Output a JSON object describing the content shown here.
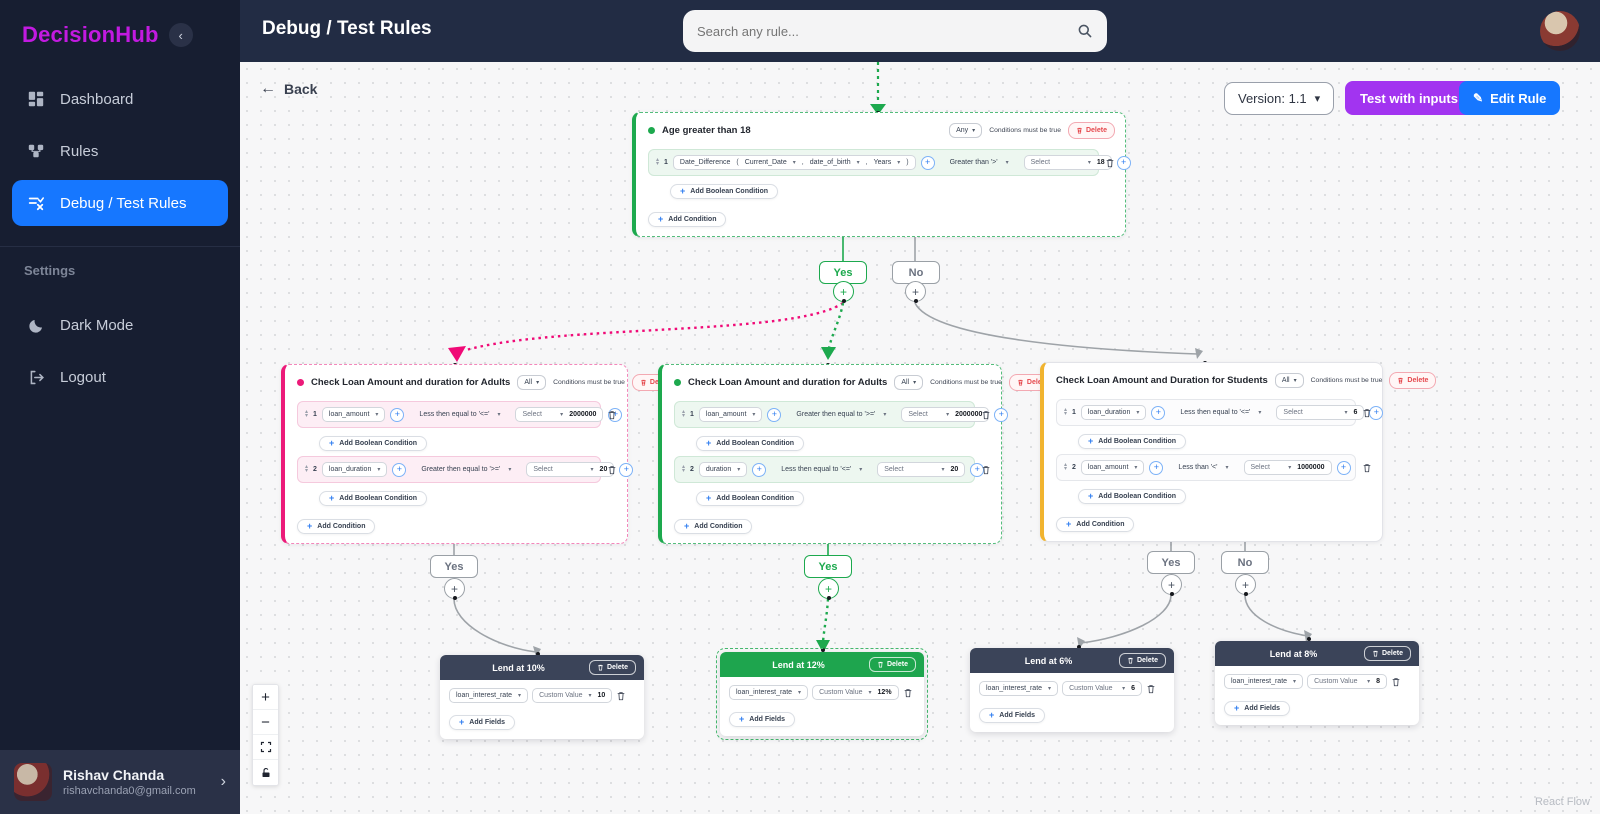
{
  "app": {
    "name": "DecisionHub"
  },
  "sidebar": {
    "menu": [
      {
        "label": "Dashboard"
      },
      {
        "label": "Rules"
      },
      {
        "label": "Debug / Test Rules"
      }
    ],
    "settings_heading": "Settings",
    "dark_mode_label": "Dark Mode",
    "logout_label": "Logout",
    "user": {
      "name": "Rishav Chanda",
      "email": "rishavchanda0@gmail.com"
    }
  },
  "topbar": {
    "title": "Debug / Test Rules",
    "search_placeholder": "Search any rule..."
  },
  "toolbar": {
    "back_label": "Back",
    "version_label": "Version: 1.1",
    "test_with_inputs_label": "Test with inputs",
    "edit_rule_label": "Edit Rule"
  },
  "labels": {
    "yes": "Yes",
    "no": "No",
    "conditions_must": "Conditions must be true",
    "delete": "Delete",
    "add_boolean": "Add Boolean Condition",
    "add_condition": "Add Condition",
    "add_fields": "Add Fields",
    "select": "Select",
    "custom_value": "Custom Value",
    "react_flow": "React Flow"
  },
  "nodes": {
    "age": {
      "title": "Age greater than 18",
      "match": "Any",
      "row": {
        "num": "1",
        "function": "Date_Difference",
        "open_paren": "(",
        "arg1": "Current_Date",
        "comma1": ",",
        "arg2": "date_of_birth",
        "comma2": ",",
        "arg3": "Years",
        "close_paren": ")",
        "operator": "Greater than '>'",
        "value": "18"
      }
    },
    "adults_left": {
      "title": "Check Loan Amount and duration for Adults",
      "match": "All",
      "rows": [
        {
          "num": "1",
          "field": "loan_amount",
          "operator": "Less then equal to '<='",
          "value": "2000000"
        },
        {
          "num": "2",
          "field": "loan_duration",
          "operator": "Greater then equal to '>='",
          "value": "20"
        }
      ]
    },
    "adults_mid": {
      "title": "Check Loan Amount and duration for Adults",
      "match": "All",
      "rows": [
        {
          "num": "1",
          "field": "loan_amount",
          "operator": "Greater then equal to '>='",
          "value": "2000000"
        },
        {
          "num": "2",
          "field": "duration",
          "operator": "Less then equal to '<='",
          "value": "20"
        }
      ]
    },
    "students": {
      "title": "Check Loan Amount and Duration for Students",
      "match": "All",
      "rows": [
        {
          "num": "1",
          "field": "loan_duration",
          "operator": "Less then equal to '<='",
          "value": "6"
        },
        {
          "num": "2",
          "field": "loan_amount",
          "operator": "Less than '<'",
          "value": "1000000"
        }
      ]
    },
    "outputs": [
      {
        "title": "Lend at 10%",
        "field": "loan_interest_rate",
        "value": "10"
      },
      {
        "title": "Lend at 12%",
        "field": "loan_interest_rate",
        "value": "12%"
      },
      {
        "title": "Lend at 6%",
        "field": "loan_interest_rate",
        "value": "6"
      },
      {
        "title": "Lend at 8%",
        "field": "loan_interest_rate",
        "value": "8"
      }
    ]
  },
  "colors": {
    "brand_magenta": "#c21ae0",
    "accent_blue": "#1677ff",
    "accent_purple": "#a234f0",
    "green": "#1da94e",
    "pink": "#ec1a79",
    "yellow": "#f1b42f",
    "delete_red": "#e5484d"
  }
}
